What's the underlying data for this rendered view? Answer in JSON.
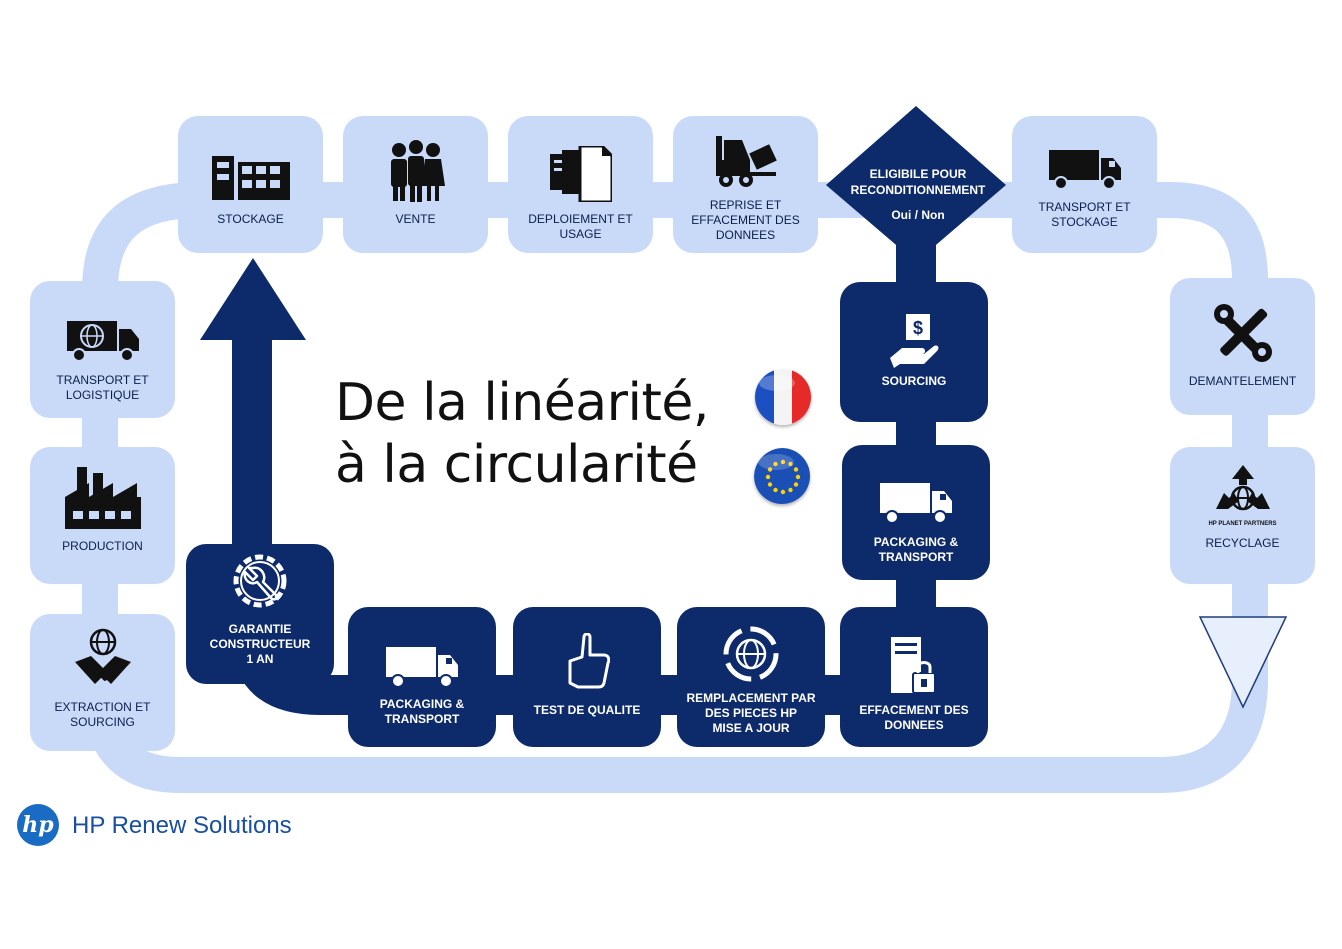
{
  "title": "De la linéarité,\nà la circularité",
  "brand": {
    "logo_text": "hp",
    "name": "HP Renew Solutions"
  },
  "decision": {
    "label": "ELIGIBILE POUR\nRECONDITIONNEMENT",
    "options": "Oui / Non"
  },
  "outer_loop": [
    {
      "id": "stockage",
      "label": "STOCKAGE",
      "icon": "warehouse-icon"
    },
    {
      "id": "vente",
      "label": "VENTE",
      "icon": "people-icon"
    },
    {
      "id": "deploiement",
      "label": "DEPLOIEMENT ET\nUSAGE",
      "icon": "documents-icon"
    },
    {
      "id": "reprise",
      "label": "REPRISE ET\nEFFACEMENT DES\nDONNEES",
      "icon": "forklift-icon"
    },
    {
      "id": "transport-stockage",
      "label": "TRANSPORT ET\nSTOCKAGE",
      "icon": "truck-icon"
    },
    {
      "id": "demantelement",
      "label": "DEMANTELEMENT",
      "icon": "tools-icon"
    },
    {
      "id": "recyclage",
      "label": "RECYCLAGE",
      "icon": "recycle-globe-icon",
      "logo_caption": "HP PLANET PARTNERS"
    },
    {
      "id": "transport-logistique",
      "label": "TRANSPORT ET\nLOGISTIQUE",
      "icon": "globe-truck-icon"
    },
    {
      "id": "production",
      "label": "PRODUCTION",
      "icon": "factory-icon"
    },
    {
      "id": "extraction",
      "label": "EXTRACTION ET\nSOURCING",
      "icon": "handshake-globe-icon"
    }
  ],
  "renew_loop": [
    {
      "id": "sourcing",
      "label": "SOURCING",
      "icon": "money-hand-icon"
    },
    {
      "id": "packaging-right",
      "label": "PACKAGING &\nTRANSPORT",
      "icon": "truck-icon"
    },
    {
      "id": "effacement",
      "label": "EFFACEMENT DES\nDONNEES",
      "icon": "server-lock-icon"
    },
    {
      "id": "remplacement",
      "label": "REMPLACEMENT PAR\nDES PIECES HP\nMISE A JOUR",
      "icon": "globe-cycle-icon"
    },
    {
      "id": "test",
      "label": "TEST DE QUALITE",
      "icon": "thumbs-up-icon"
    },
    {
      "id": "packaging-bottom",
      "label": "PACKAGING &\nTRANSPORT",
      "icon": "truck-icon"
    },
    {
      "id": "garantie",
      "label": "GARANTIE\nCONSTRUCTEUR\n1 AN",
      "icon": "gear-wrench-icon"
    }
  ],
  "colors": {
    "light": "#c9daf8",
    "dark": "#0d2a6b",
    "text_dark": "#0b1f4d",
    "brand": "#1a4fa0"
  }
}
